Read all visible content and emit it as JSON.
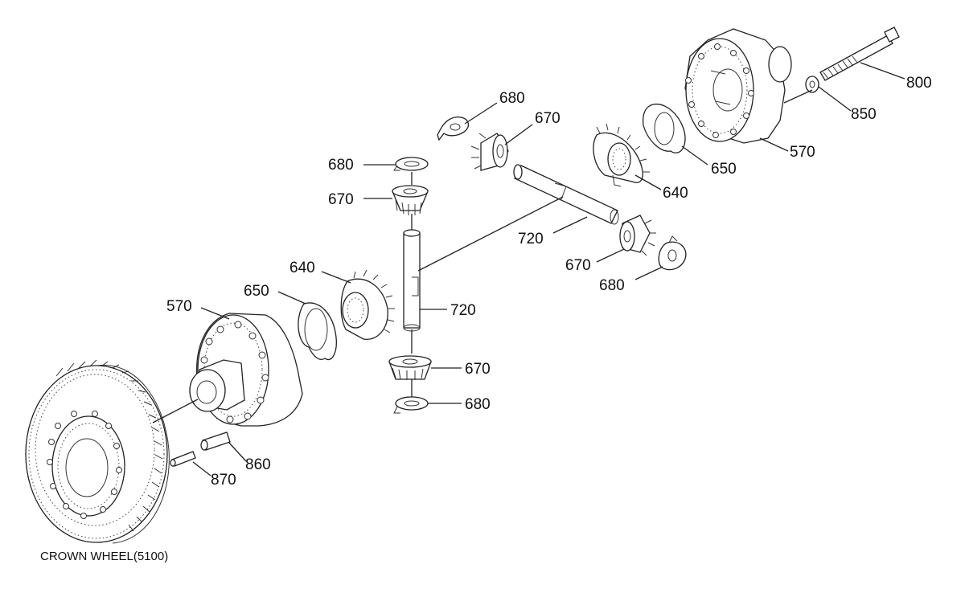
{
  "caption": "CROWN WHEEL(5100)",
  "callouts": {
    "p800": "800",
    "p850": "850",
    "p570_right": "570",
    "p650_right": "650",
    "p640_right": "640",
    "p680_top": "680",
    "p670_top": "670",
    "p680_upper_left": "680",
    "p670_upper_left": "670",
    "p720_right": "720",
    "p670_right": "670",
    "p680_right": "680",
    "p640_left": "640",
    "p650_left": "650",
    "p570_left": "570",
    "p720_center": "720",
    "p670_lower": "670",
    "p680_lower": "680",
    "p860": "860",
    "p870": "870"
  }
}
